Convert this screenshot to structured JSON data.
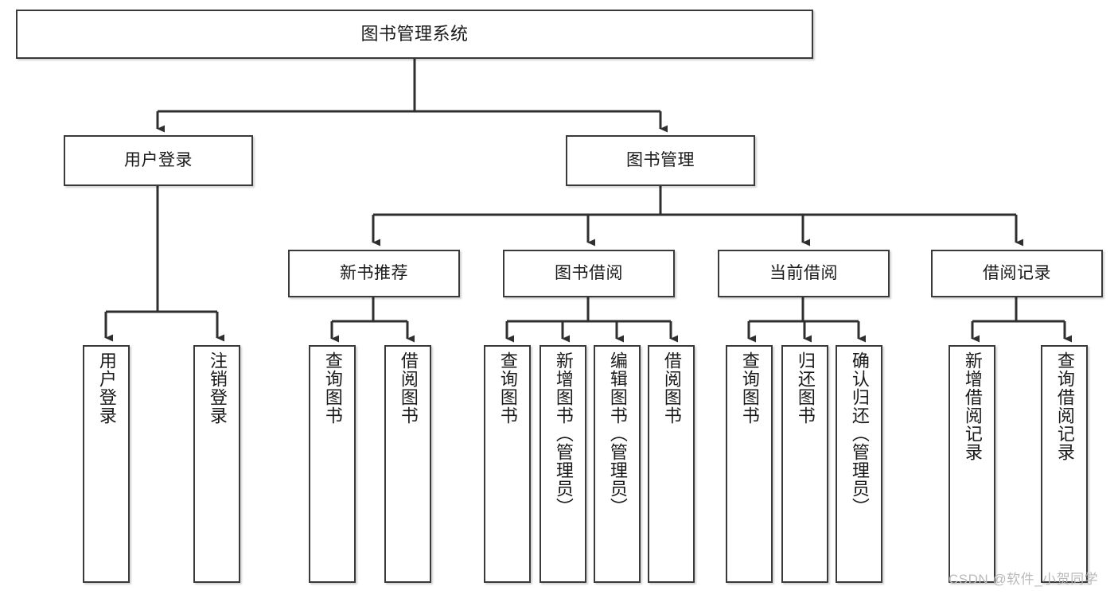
{
  "diagram": {
    "title": "图书管理系统",
    "type": "tree-hierarchy-chart",
    "background_color": "#ffffff",
    "box_border_color": "#3a3a3a",
    "connector_color": "#2f2f2f",
    "text_color": "#1a1a1a"
  },
  "root": {
    "label": "图书管理系统"
  },
  "level2": [
    {
      "label": "用户登录"
    },
    {
      "label": "图书管理"
    }
  ],
  "level3": [
    {
      "label": "新书推荐"
    },
    {
      "label": "图书借阅"
    },
    {
      "label": "当前借阅"
    },
    {
      "label": "借阅记录"
    }
  ],
  "leaves": {
    "user_login": [
      {
        "label": "用户登录"
      },
      {
        "label": "注销登录"
      }
    ],
    "new_book_recommend": [
      {
        "label": "查询图书"
      },
      {
        "label": "借阅图书"
      }
    ],
    "book_borrow": [
      {
        "label": "查询图书"
      },
      {
        "label": "新增图书（管理员）"
      },
      {
        "label": "编辑图书（管理员）"
      },
      {
        "label": "借阅图书"
      }
    ],
    "current_borrow": [
      {
        "label": "查询图书"
      },
      {
        "label": "归还图书"
      },
      {
        "label": "确认归还（管理员）"
      }
    ],
    "borrow_record": [
      {
        "label": "新增借阅记录"
      },
      {
        "label": "查询借阅记录"
      }
    ]
  },
  "watermark": {
    "text": "CSDN @软件_小贺同学"
  },
  "chart_data": {
    "type": "table",
    "title": "图书管理系统",
    "hierarchy": [
      {
        "label": "图书管理系统",
        "level": 1,
        "children": [
          {
            "label": "用户登录",
            "level": 2,
            "children": [
              {
                "label": "用户登录",
                "level": 3,
                "children": []
              },
              {
                "label": "注销登录",
                "level": 3,
                "children": []
              }
            ]
          },
          {
            "label": "图书管理",
            "level": 2,
            "children": [
              {
                "label": "新书推荐",
                "level": 3,
                "children": [
                  {
                    "label": "查询图书",
                    "level": 4,
                    "children": []
                  },
                  {
                    "label": "借阅图书",
                    "level": 4,
                    "children": []
                  }
                ]
              },
              {
                "label": "图书借阅",
                "level": 3,
                "children": [
                  {
                    "label": "查询图书",
                    "level": 4,
                    "children": []
                  },
                  {
                    "label": "新增图书（管理员）",
                    "level": 4,
                    "children": []
                  },
                  {
                    "label": "编辑图书（管理员）",
                    "level": 4,
                    "children": []
                  },
                  {
                    "label": "借阅图书",
                    "level": 4,
                    "children": []
                  }
                ]
              },
              {
                "label": "当前借阅",
                "level": 3,
                "children": [
                  {
                    "label": "查询图书",
                    "level": 4,
                    "children": []
                  },
                  {
                    "label": "归还图书",
                    "level": 4,
                    "children": []
                  },
                  {
                    "label": "确认归还（管理员）",
                    "level": 4,
                    "children": []
                  }
                ]
              },
              {
                "label": "借阅记录",
                "level": 3,
                "children": [
                  {
                    "label": "新增借阅记录",
                    "level": 4,
                    "children": []
                  },
                  {
                    "label": "查询借阅记录",
                    "level": 4,
                    "children": []
                  }
                ]
              }
            ]
          }
        ]
      }
    ]
  }
}
